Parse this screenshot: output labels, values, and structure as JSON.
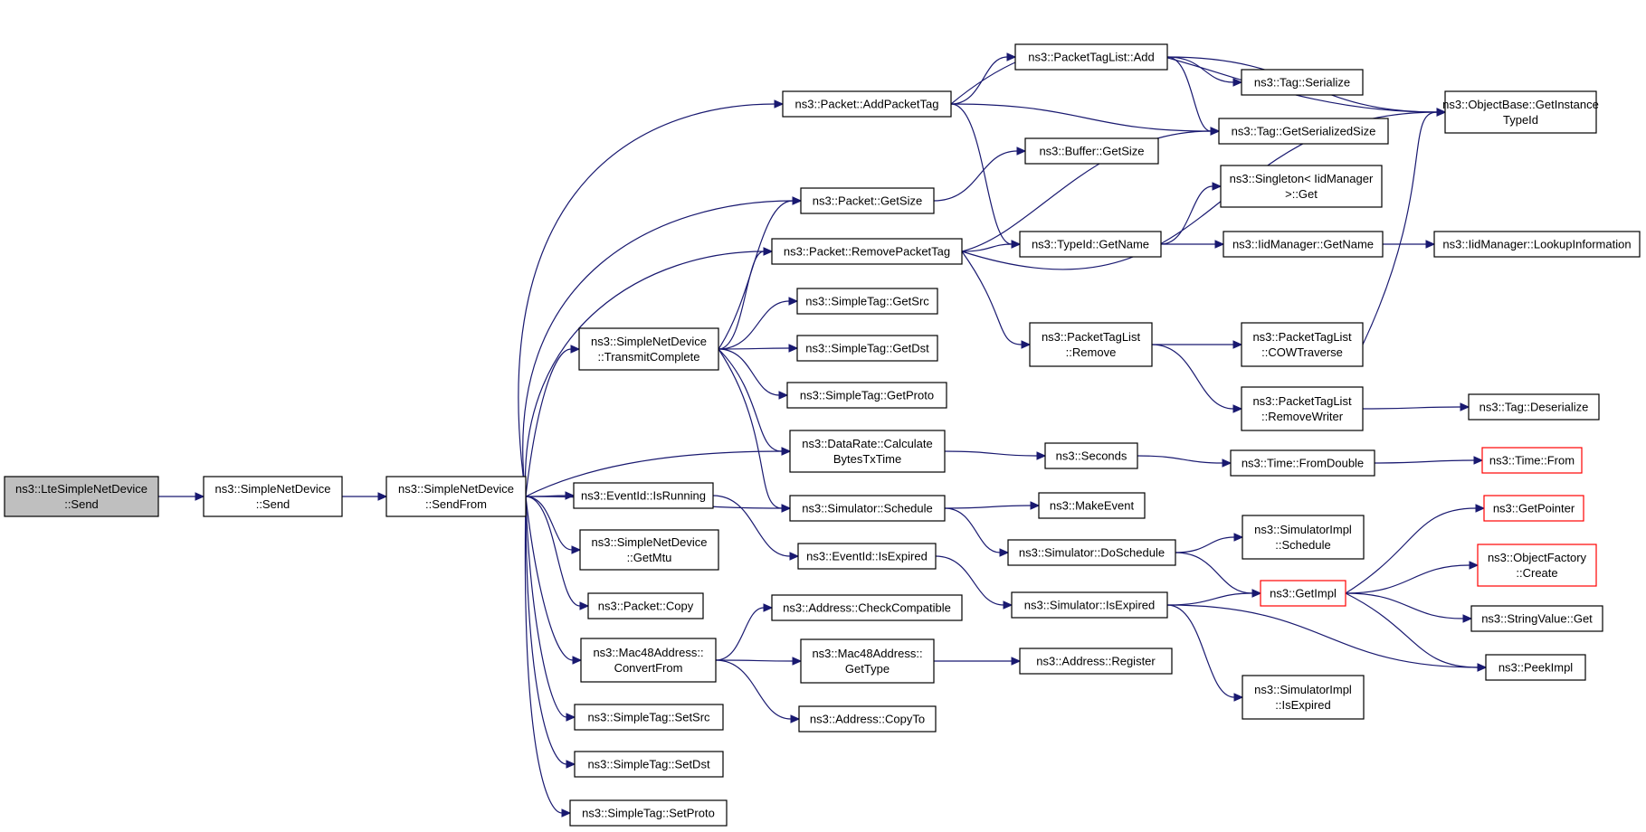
{
  "diagram": {
    "edge_color": "#191970",
    "root_fill": "#bfbfbf",
    "truncated_border_color": "#ff0000",
    "nodes": [
      {
        "id": "root",
        "lines": [
          "ns3::LteSimpleNetDevice",
          "::Send"
        ],
        "style": "root"
      },
      {
        "id": "snd_send",
        "lines": [
          "ns3::SimpleNetDevice",
          "::Send"
        ]
      },
      {
        "id": "sendfrom",
        "lines": [
          "ns3::SimpleNetDevice",
          "::SendFrom"
        ]
      },
      {
        "id": "addpackettag",
        "lines": [
          "ns3::Packet::AddPacketTag"
        ]
      },
      {
        "id": "getsize",
        "lines": [
          "ns3::Packet::GetSize"
        ]
      },
      {
        "id": "removepackettag",
        "lines": [
          "ns3::Packet::RemovePacketTag"
        ]
      },
      {
        "id": "transmitcomplete",
        "lines": [
          "ns3::SimpleNetDevice",
          "::TransmitComplete"
        ]
      },
      {
        "id": "calculate",
        "lines": [
          "ns3::DataRate::Calculate",
          "BytesTxTime"
        ]
      },
      {
        "id": "schedule",
        "lines": [
          "ns3::Simulator::Schedule"
        ]
      },
      {
        "id": "isrunning",
        "lines": [
          "ns3::EventId::IsRunning"
        ]
      },
      {
        "id": "getmtu",
        "lines": [
          "ns3::SimpleNetDevice",
          "::GetMtu"
        ]
      },
      {
        "id": "copy",
        "lines": [
          "ns3::Packet::Copy"
        ]
      },
      {
        "id": "convertfrom",
        "lines": [
          "ns3::Mac48Address::",
          "ConvertFrom"
        ]
      },
      {
        "id": "setsrc",
        "lines": [
          "ns3::SimpleTag::SetSrc"
        ]
      },
      {
        "id": "setdst",
        "lines": [
          "ns3::SimpleTag::SetDst"
        ]
      },
      {
        "id": "setproto",
        "lines": [
          "ns3::SimpleTag::SetProto"
        ]
      },
      {
        "id": "ptl_add",
        "lines": [
          "ns3::PacketTagList::Add"
        ]
      },
      {
        "id": "tag_serialize",
        "lines": [
          "ns3::Tag::Serialize"
        ]
      },
      {
        "id": "tag_getserializedsize",
        "lines": [
          "ns3::Tag::GetSerializedSize"
        ]
      },
      {
        "id": "objectbase",
        "lines": [
          "ns3::ObjectBase::GetInstance",
          "TypeId"
        ]
      },
      {
        "id": "buffer_getsize",
        "lines": [
          "ns3::Buffer::GetSize"
        ]
      },
      {
        "id": "singleton",
        "lines": [
          "ns3::Singleton< IidManager",
          ">::Get"
        ]
      },
      {
        "id": "typeid_getname",
        "lines": [
          "ns3::TypeId::GetName"
        ]
      },
      {
        "id": "iid_getname",
        "lines": [
          "ns3::IidManager::GetName"
        ]
      },
      {
        "id": "iid_lookup",
        "lines": [
          "ns3::IidManager::LookupInformation"
        ]
      },
      {
        "id": "getsrc",
        "lines": [
          "ns3::SimpleTag::GetSrc"
        ]
      },
      {
        "id": "getdst",
        "lines": [
          "ns3::SimpleTag::GetDst"
        ]
      },
      {
        "id": "getproto",
        "lines": [
          "ns3::SimpleTag::GetProto"
        ]
      },
      {
        "id": "ptl_remove",
        "lines": [
          "ns3::PacketTagList",
          "::Remove"
        ]
      },
      {
        "id": "ptl_cow",
        "lines": [
          "ns3::PacketTagList",
          "::COWTraverse"
        ]
      },
      {
        "id": "ptl_removewriter",
        "lines": [
          "ns3::PacketTagList",
          "::RemoveWriter"
        ]
      },
      {
        "id": "tag_deserialize",
        "lines": [
          "ns3::Tag::Deserialize"
        ]
      },
      {
        "id": "seconds",
        "lines": [
          "ns3::Seconds"
        ]
      },
      {
        "id": "fromdouble",
        "lines": [
          "ns3::Time::FromDouble"
        ]
      },
      {
        "id": "time_from",
        "lines": [
          "ns3::Time::From"
        ],
        "style": "truncated"
      },
      {
        "id": "makeevent",
        "lines": [
          "ns3::MakeEvent"
        ]
      },
      {
        "id": "doschedule",
        "lines": [
          "ns3::Simulator::DoSchedule"
        ]
      },
      {
        "id": "simimpl_schedule",
        "lines": [
          "ns3::SimulatorImpl",
          "::Schedule"
        ]
      },
      {
        "id": "isexpired_ev",
        "lines": [
          "ns3::EventId::IsExpired"
        ]
      },
      {
        "id": "sim_isexpired",
        "lines": [
          "ns3::Simulator::IsExpired"
        ]
      },
      {
        "id": "getimpl",
        "lines": [
          "ns3::GetImpl"
        ],
        "style": "truncated"
      },
      {
        "id": "getpointer",
        "lines": [
          "ns3::GetPointer"
        ],
        "style": "truncated"
      },
      {
        "id": "objectfactory",
        "lines": [
          "ns3::ObjectFactory",
          "::Create"
        ],
        "style": "truncated"
      },
      {
        "id": "stringvalue",
        "lines": [
          "ns3::StringValue::Get"
        ]
      },
      {
        "id": "peekimpl",
        "lines": [
          "ns3::PeekImpl"
        ]
      },
      {
        "id": "simimpl_isexpired",
        "lines": [
          "ns3::SimulatorImpl",
          "::IsExpired"
        ]
      },
      {
        "id": "checkcompatible",
        "lines": [
          "ns3::Address::CheckCompatible"
        ]
      },
      {
        "id": "mac48_gettype",
        "lines": [
          "ns3::Mac48Address::",
          "GetType"
        ]
      },
      {
        "id": "address_copyto",
        "lines": [
          "ns3::Address::CopyTo"
        ]
      },
      {
        "id": "address_register",
        "lines": [
          "ns3::Address::Register"
        ]
      }
    ],
    "edges": [
      [
        "root",
        "snd_send"
      ],
      [
        "snd_send",
        "sendfrom"
      ],
      [
        "sendfrom",
        "addpackettag"
      ],
      [
        "sendfrom",
        "getsize"
      ],
      [
        "sendfrom",
        "removepackettag"
      ],
      [
        "sendfrom",
        "transmitcomplete"
      ],
      [
        "sendfrom",
        "calculate"
      ],
      [
        "sendfrom",
        "schedule"
      ],
      [
        "sendfrom",
        "isrunning"
      ],
      [
        "sendfrom",
        "getmtu"
      ],
      [
        "sendfrom",
        "copy"
      ],
      [
        "sendfrom",
        "convertfrom"
      ],
      [
        "sendfrom",
        "setsrc"
      ],
      [
        "sendfrom",
        "setdst"
      ],
      [
        "sendfrom",
        "setproto"
      ],
      [
        "addpackettag",
        "ptl_add"
      ],
      [
        "addpackettag",
        "objectbase"
      ],
      [
        "addpackettag",
        "tag_getserializedsize"
      ],
      [
        "addpackettag",
        "typeid_getname"
      ],
      [
        "ptl_add",
        "tag_serialize"
      ],
      [
        "ptl_add",
        "tag_getserializedsize"
      ],
      [
        "ptl_add",
        "objectbase"
      ],
      [
        "getsize",
        "buffer_getsize"
      ],
      [
        "removepackettag",
        "tag_getserializedsize"
      ],
      [
        "removepackettag",
        "typeid_getname"
      ],
      [
        "removepackettag",
        "ptl_remove"
      ],
      [
        "removepackettag",
        "objectbase"
      ],
      [
        "typeid_getname",
        "singleton"
      ],
      [
        "typeid_getname",
        "iid_getname"
      ],
      [
        "iid_getname",
        "iid_lookup"
      ],
      [
        "transmitcomplete",
        "getsize"
      ],
      [
        "transmitcomplete",
        "removepackettag"
      ],
      [
        "transmitcomplete",
        "getsrc"
      ],
      [
        "transmitcomplete",
        "getdst"
      ],
      [
        "transmitcomplete",
        "getproto"
      ],
      [
        "transmitcomplete",
        "calculate"
      ],
      [
        "transmitcomplete",
        "schedule"
      ],
      [
        "ptl_remove",
        "ptl_cow"
      ],
      [
        "ptl_remove",
        "ptl_removewriter"
      ],
      [
        "ptl_cow",
        "objectbase"
      ],
      [
        "ptl_removewriter",
        "tag_deserialize"
      ],
      [
        "calculate",
        "seconds"
      ],
      [
        "seconds",
        "fromdouble"
      ],
      [
        "fromdouble",
        "time_from"
      ],
      [
        "schedule",
        "makeevent"
      ],
      [
        "schedule",
        "doschedule"
      ],
      [
        "doschedule",
        "simimpl_schedule"
      ],
      [
        "doschedule",
        "getimpl"
      ],
      [
        "isrunning",
        "isexpired_ev"
      ],
      [
        "isexpired_ev",
        "sim_isexpired"
      ],
      [
        "sim_isexpired",
        "getimpl"
      ],
      [
        "sim_isexpired",
        "peekimpl"
      ],
      [
        "sim_isexpired",
        "simimpl_isexpired"
      ],
      [
        "getimpl",
        "getpointer"
      ],
      [
        "getimpl",
        "objectfactory"
      ],
      [
        "getimpl",
        "stringvalue"
      ],
      [
        "getimpl",
        "peekimpl"
      ],
      [
        "convertfrom",
        "checkcompatible"
      ],
      [
        "convertfrom",
        "mac48_gettype"
      ],
      [
        "convertfrom",
        "address_copyto"
      ],
      [
        "mac48_gettype",
        "address_register"
      ]
    ]
  }
}
